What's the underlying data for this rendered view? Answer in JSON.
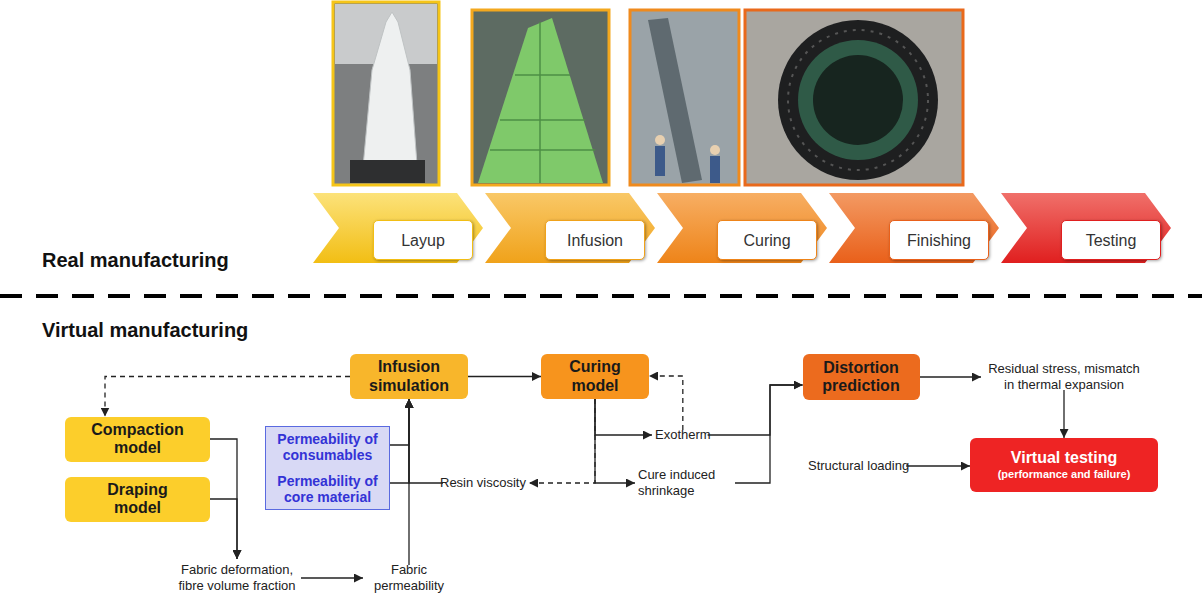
{
  "diagram": {
    "nodes": [
      {
        "text": [
          "Layup"
        ]
      },
      {
        "text": [
          "Infusion"
        ]
      },
      {
        "text": [
          "Curing"
        ]
      },
      {
        "text": [
          "Finishing"
        ]
      },
      {
        "text": [
          "Testing"
        ]
      },
      {
        "text": [
          "Infusion simulation"
        ]
      },
      {
        "text": [
          "Curing model"
        ]
      },
      {
        "text": [
          "Distortion prediction"
        ]
      },
      {
        "text": [
          "Residual stress, mismatch in thermal expansion"
        ]
      },
      {
        "text": [
          "Compaction model"
        ]
      },
      {
        "text": [
          "Permeability of consumables",
          "Permeability of core material"
        ]
      },
      {
        "text": [
          "Exotherm"
        ]
      },
      {
        "text": [
          "Resin viscosity"
        ]
      },
      {
        "text": [
          "Cure induced shrinkage"
        ]
      },
      {
        "text": [
          "Draping model"
        ]
      },
      {
        "text": [
          "Structural loading"
        ]
      },
      {
        "text": [
          "Virtual testing",
          "(performance and failure)"
        ]
      },
      {
        "text": [
          "Fabric deformation, fibre volume fraction"
        ]
      },
      {
        "text": [
          "Fabric permeability"
        ]
      }
    ],
    "edges": [
      {
        "from": 5,
        "to": 6,
        "arrow": "to"
      },
      {
        "from": 5,
        "to": 9,
        "arrow": "to"
      },
      {
        "from": 9,
        "to": 17,
        "arrow": "to"
      },
      {
        "from": 14,
        "to": 17,
        "arrow": "to"
      },
      {
        "from": 17,
        "to": 18,
        "arrow": "to"
      },
      {
        "from": 18,
        "to": 5,
        "arrow": "to"
      },
      {
        "from": 10,
        "to": 5,
        "arrow": "to"
      },
      {
        "from": 10,
        "to": 5,
        "arrow": "to"
      },
      {
        "from": 12,
        "to": 5,
        "arrow": "to"
      },
      {
        "from": 6,
        "to": 11,
        "arrow": "to"
      },
      {
        "from": 6,
        "to": 13,
        "arrow": "to"
      },
      {
        "from": 6,
        "to": 12,
        "arrow": "to"
      },
      {
        "from": 11,
        "to": 6,
        "arrow": "to"
      },
      {
        "from": 11,
        "to": 7,
        "arrow": "to"
      },
      {
        "from": 13,
        "to": 7,
        "arrow": "to"
      },
      {
        "from": 7,
        "to": 8,
        "arrow": "to"
      },
      {
        "from": 8,
        "to": 16,
        "arrow": "to"
      },
      {
        "from": 15,
        "to": 16,
        "arrow": "to"
      }
    ],
    "labels": [
      "Real manufacturing",
      "Virtual manufacturing"
    ]
  }
}
